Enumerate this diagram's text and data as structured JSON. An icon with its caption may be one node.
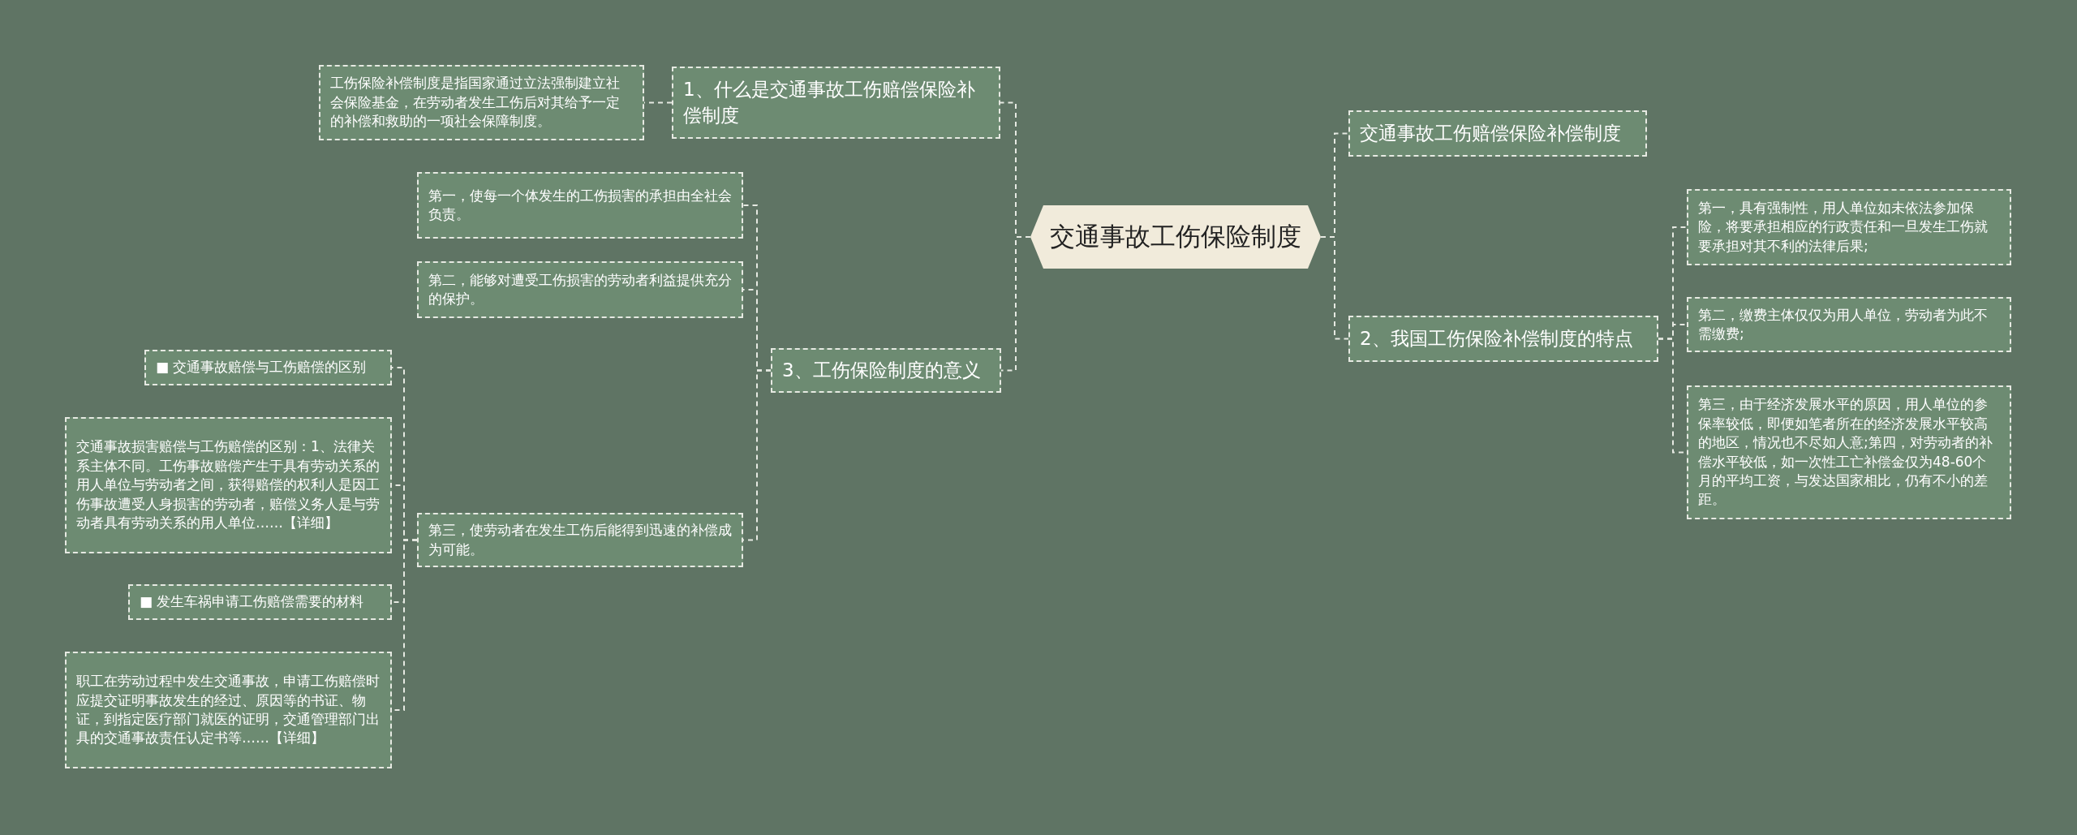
{
  "diagram": {
    "nodes": [
      {
        "text": [
          "交通事故工伤保险制度"
        ]
      },
      {
        "text": [
          "1、什么是交通事故工伤赔偿保险补偿制度"
        ]
      },
      {
        "text": [
          "工伤保险补偿制度是指国家通过立法强制建立社会保险基金，在劳动者发生工伤后对其给予一定的补偿和救助的一项社会保障制度。"
        ]
      },
      {
        "text": [
          "3、工伤保险制度的意义"
        ]
      },
      {
        "text": [
          "第一，使每一个体发生的工伤损害的承担由全社会负责。"
        ]
      },
      {
        "text": [
          "第二，能够对遭受工伤损害的劳动者利益提供充分的保护。"
        ]
      },
      {
        "text": [
          "第三，使劳动者在发生工伤后能得到迅速的补偿成为可能。"
        ]
      },
      {
        "text": [
          "■ 交通事故赔偿与工伤赔偿的区别"
        ]
      },
      {
        "text": [
          "交通事故损害赔偿与工伤赔偿的区别：1、法律关系主体不同。工伤事故赔偿产生于具有劳动关系的用人单位与劳动者之间，获得赔偿的权利人是因工伤事故遭受人身损害的劳动者，赔偿义务人是与劳动者具有劳动关系的用人单位……【详细】"
        ]
      },
      {
        "text": [
          "■ 发生车祸申请工伤赔偿需要的材料"
        ]
      },
      {
        "text": [
          "职工在劳动过程中发生交通事故，申请工伤赔偿时应提交证明事故发生的经过、原因等的书证、物证，到指定医疗部门就医的证明，交通管理部门出具的交通事故责任认定书等……【详细】"
        ]
      },
      {
        "text": [
          "交通事故工伤赔偿保险补偿制度"
        ]
      },
      {
        "text": [
          "2、我国工伤保险补偿制度的特点"
        ]
      },
      {
        "text": [
          "第一，具有强制性，用人单位如未依法参加保险，将要承担相应的行政责任和一旦发生工伤就要承担对其不利的法律后果;"
        ]
      },
      {
        "text": [
          "第二，缴费主体仅仅为用人单位，劳动者为此不需缴费;"
        ]
      },
      {
        "text": [
          "第三，由于经济发展水平的原因，用人单位的参保率较低，即便如笔者所在的经济发展水平较高的地区，情况也不尽如人意;第四，对劳动者的补偿水平较低，如一次性工亡补偿金仅为48-60个月的平均工资，与发达国家相比，仍有不小的差距。"
        ]
      }
    ],
    "edges": [
      {
        "from": 0,
        "to": 1,
        "arrow": "none",
        "style": "dashed"
      },
      {
        "from": 1,
        "to": 2,
        "arrow": "none",
        "style": "dashed"
      },
      {
        "from": 0,
        "to": 3,
        "arrow": "none",
        "style": "dashed"
      },
      {
        "from": 3,
        "to": 4,
        "arrow": "none",
        "style": "dashed"
      },
      {
        "from": 3,
        "to": 5,
        "arrow": "none",
        "style": "dashed"
      },
      {
        "from": 3,
        "to": 6,
        "arrow": "none",
        "style": "dashed"
      },
      {
        "from": 6,
        "to": 7,
        "arrow": "none",
        "style": "dashed"
      },
      {
        "from": 6,
        "to": 8,
        "arrow": "none",
        "style": "dashed"
      },
      {
        "from": 6,
        "to": 9,
        "arrow": "none",
        "style": "dashed"
      },
      {
        "from": 6,
        "to": 10,
        "arrow": "none",
        "style": "dashed"
      },
      {
        "from": 0,
        "to": 11,
        "arrow": "none",
        "style": "dashed"
      },
      {
        "from": 0,
        "to": 12,
        "arrow": "none",
        "style": "dashed"
      },
      {
        "from": 12,
        "to": 13,
        "arrow": "none",
        "style": "dashed"
      },
      {
        "from": 12,
        "to": 14,
        "arrow": "none",
        "style": "dashed"
      },
      {
        "from": 12,
        "to": 15,
        "arrow": "none",
        "style": "dashed"
      }
    ]
  }
}
